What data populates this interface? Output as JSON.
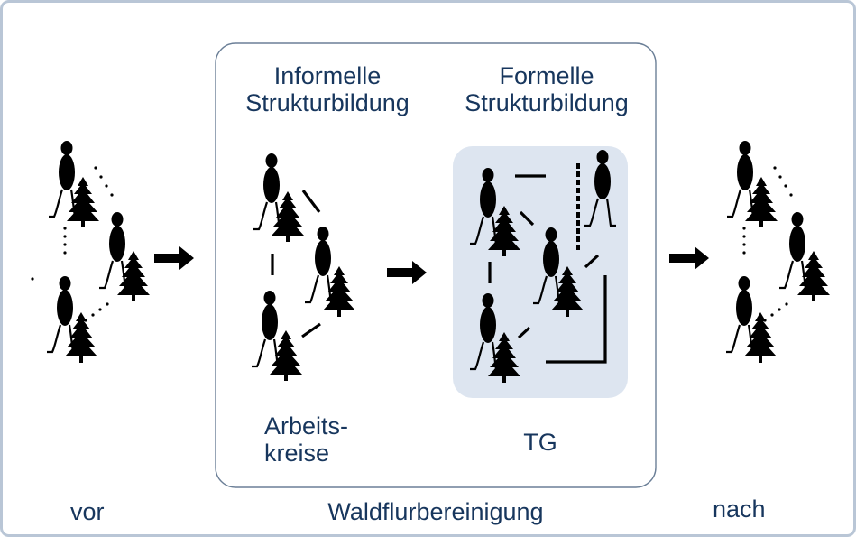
{
  "informal_heading": {
    "line1": "Informelle",
    "line2": "Strukturbildung"
  },
  "formal_heading": {
    "line1": "Formelle",
    "line2": "Strukturbildung"
  },
  "informal_caption": {
    "line1": "Arbeits-",
    "line2": "kreise"
  },
  "formal_caption": "TG",
  "bottom": {
    "before": "vor",
    "process": "Waldflurbereinigung",
    "after": "nach"
  },
  "colors": {
    "text": "#17365d",
    "frame": "#b9c6d6",
    "process_box": "#6b7f97",
    "tg_fill": "#dde5f0",
    "figure": "#000000"
  },
  "icons": [
    "person-icon",
    "tree-icon",
    "arrow-right-icon"
  ]
}
